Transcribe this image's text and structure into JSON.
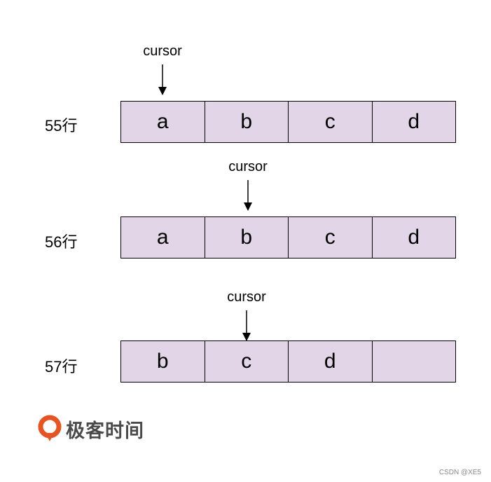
{
  "rows": [
    {
      "label": "55行",
      "cursor_label": "cursor",
      "cursor_index": 0,
      "cells": [
        "a",
        "b",
        "c",
        "d"
      ]
    },
    {
      "label": "56行",
      "cursor_label": "cursor",
      "cursor_index": 1,
      "cells": [
        "a",
        "b",
        "c",
        "d"
      ]
    },
    {
      "label": "57行",
      "cursor_label": "cursor",
      "cursor_index": 1,
      "cells": [
        "b",
        "c",
        "d",
        ""
      ]
    }
  ],
  "logo": {
    "text": "极客时间",
    "icon": "geektime-logo-icon",
    "color": "#e8531f"
  },
  "watermark": "CSDN @XE5",
  "colors": {
    "cell_fill": "#e1d5e7",
    "stroke": "#000000"
  }
}
